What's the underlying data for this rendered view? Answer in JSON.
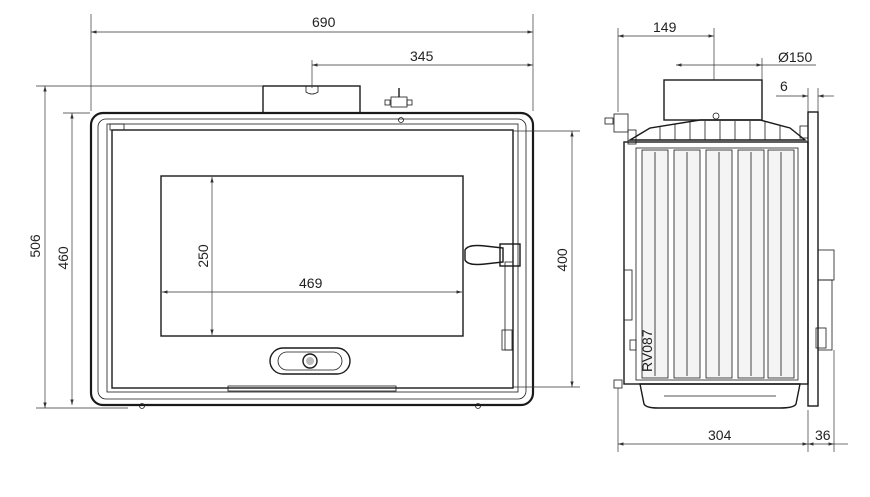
{
  "front_view": {
    "dims": {
      "width_total": "690",
      "half_width": "345",
      "height_total": "506",
      "height_body": "460",
      "glass_height": "250",
      "glass_width": "469",
      "door_height": "400"
    }
  },
  "side_view": {
    "dims": {
      "flue_offset": "149",
      "flue_diameter": "Ø150",
      "frame_thickness": "6",
      "depth": "304",
      "frame_depth": "36"
    },
    "plate_text": "RV087"
  }
}
